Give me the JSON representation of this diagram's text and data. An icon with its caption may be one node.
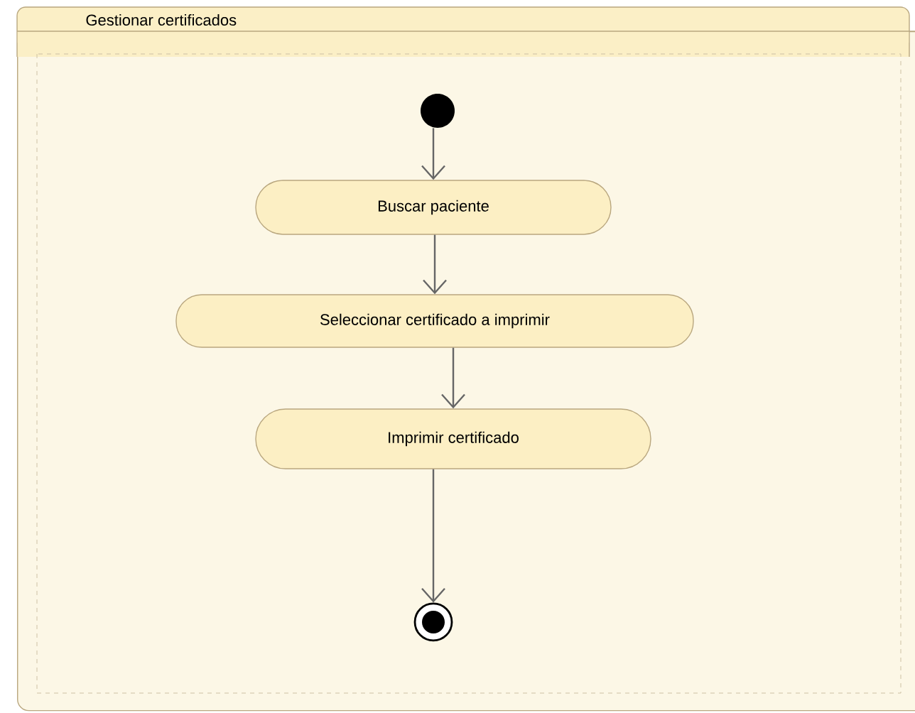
{
  "diagram": {
    "nodes": [
      {
        "text": [
          "Gestionar certificados"
        ]
      },
      {
        "text": [],
        "shape": "circle",
        "in": 0
      },
      {
        "text": [
          "Buscar paciente"
        ],
        "in": 0
      },
      {
        "text": [
          "Seleccionar certificado a imprimir"
        ],
        "in": 0
      },
      {
        "text": [
          "Imprimir certificado"
        ],
        "in": 0
      },
      {
        "text": [],
        "shape": "bullseye",
        "in": 0
      }
    ],
    "edges": [
      {
        "from": 1,
        "to": 2,
        "arrow": "to"
      },
      {
        "from": 2,
        "to": 3,
        "arrow": "to"
      },
      {
        "from": 3,
        "to": 4,
        "arrow": "to"
      },
      {
        "from": 4,
        "to": 5,
        "arrow": "to"
      }
    ]
  }
}
